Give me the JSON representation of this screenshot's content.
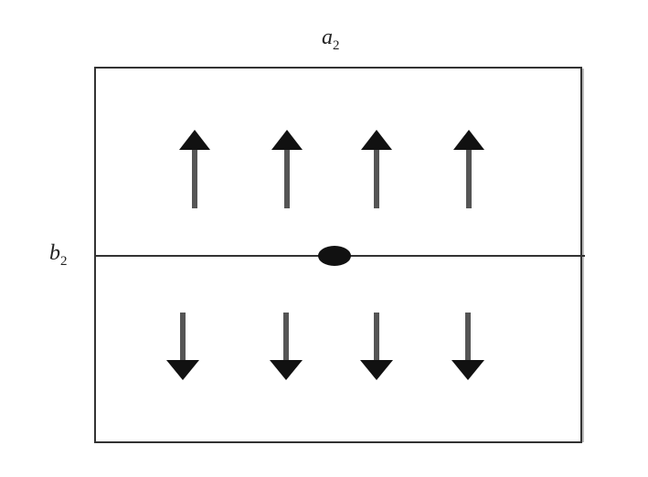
{
  "labels": {
    "top": {
      "letter": "a",
      "subscript": "2"
    },
    "left": {
      "letter": "b",
      "subscript": "2"
    }
  },
  "arrows": {
    "upper_row": {
      "direction": "up",
      "count": 4
    },
    "lower_row": {
      "direction": "down",
      "count": 4
    }
  },
  "colors": {
    "line": "#333333",
    "arrow_shaft": "#555555",
    "arrow_head": "#111111",
    "dot": "#111111"
  }
}
